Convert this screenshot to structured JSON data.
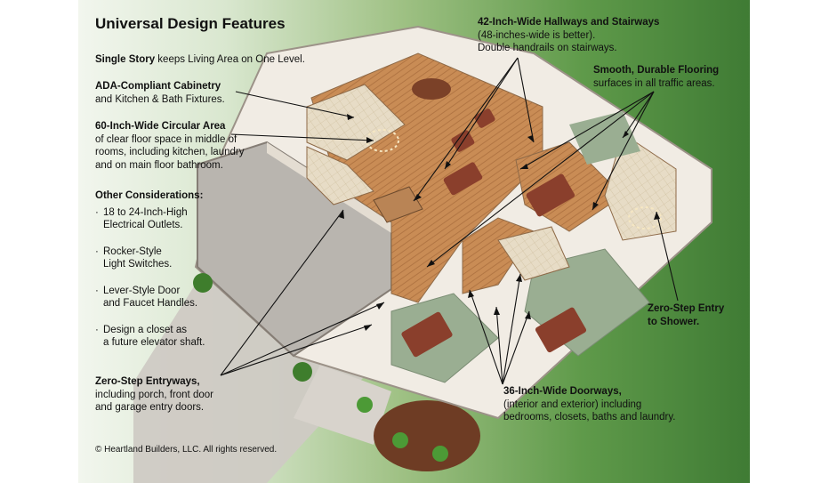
{
  "title": "Universal Design Features",
  "single_story": {
    "bold": "Single Story",
    "rest": " keeps Living Area on One Level."
  },
  "ada": {
    "bold": "ADA-Compliant Cabinetry",
    "line2": "and Kitchen & Bath Fixtures."
  },
  "circular": {
    "bold": "60-Inch-Wide Circular Area",
    "line2": "of clear floor space in middle of",
    "line3": "rooms, including kitchen, laundry",
    "line4": "and on main floor bathroom."
  },
  "other": {
    "heading": "Other Considerations:",
    "items": [
      {
        "l1": "18 to 24-Inch-High",
        "l2": "Electrical Outlets."
      },
      {
        "l1": "Rocker-Style",
        "l2": "Light Switches."
      },
      {
        "l1": "Lever-Style Door",
        "l2": "and Faucet Handles."
      },
      {
        "l1": "Design a closet as",
        "l2": "a future elevator shaft."
      }
    ]
  },
  "zero_step_entry": {
    "bold": "Zero-Step Entryways,",
    "line2": "including porch, front door",
    "line3": "and garage entry doors."
  },
  "hallways": {
    "bold": "42-Inch-Wide Hallways and Stairways",
    "line2": "(48-inches-wide is better).",
    "line3": "Double handrails on stairways."
  },
  "flooring": {
    "bold": "Smooth, Durable Flooring",
    "line2": "surfaces in all traffic areas."
  },
  "shower": {
    "line1": "Zero-Step Entry",
    "line2": "to Shower."
  },
  "doorways": {
    "bold": "36-Inch-Wide Doorways,",
    "line2": "(interior and exterior) including",
    "line3": "bedrooms, closets, baths and laundry."
  },
  "copyright": "© Heartland Builders, LLC. All rights reserved.",
  "colors": {
    "wood": "#c98c55",
    "wall": "#f1ece4",
    "rug": "#9aae92",
    "furniture": "#8a3f2c",
    "grass_dark": "#3f7b34"
  }
}
